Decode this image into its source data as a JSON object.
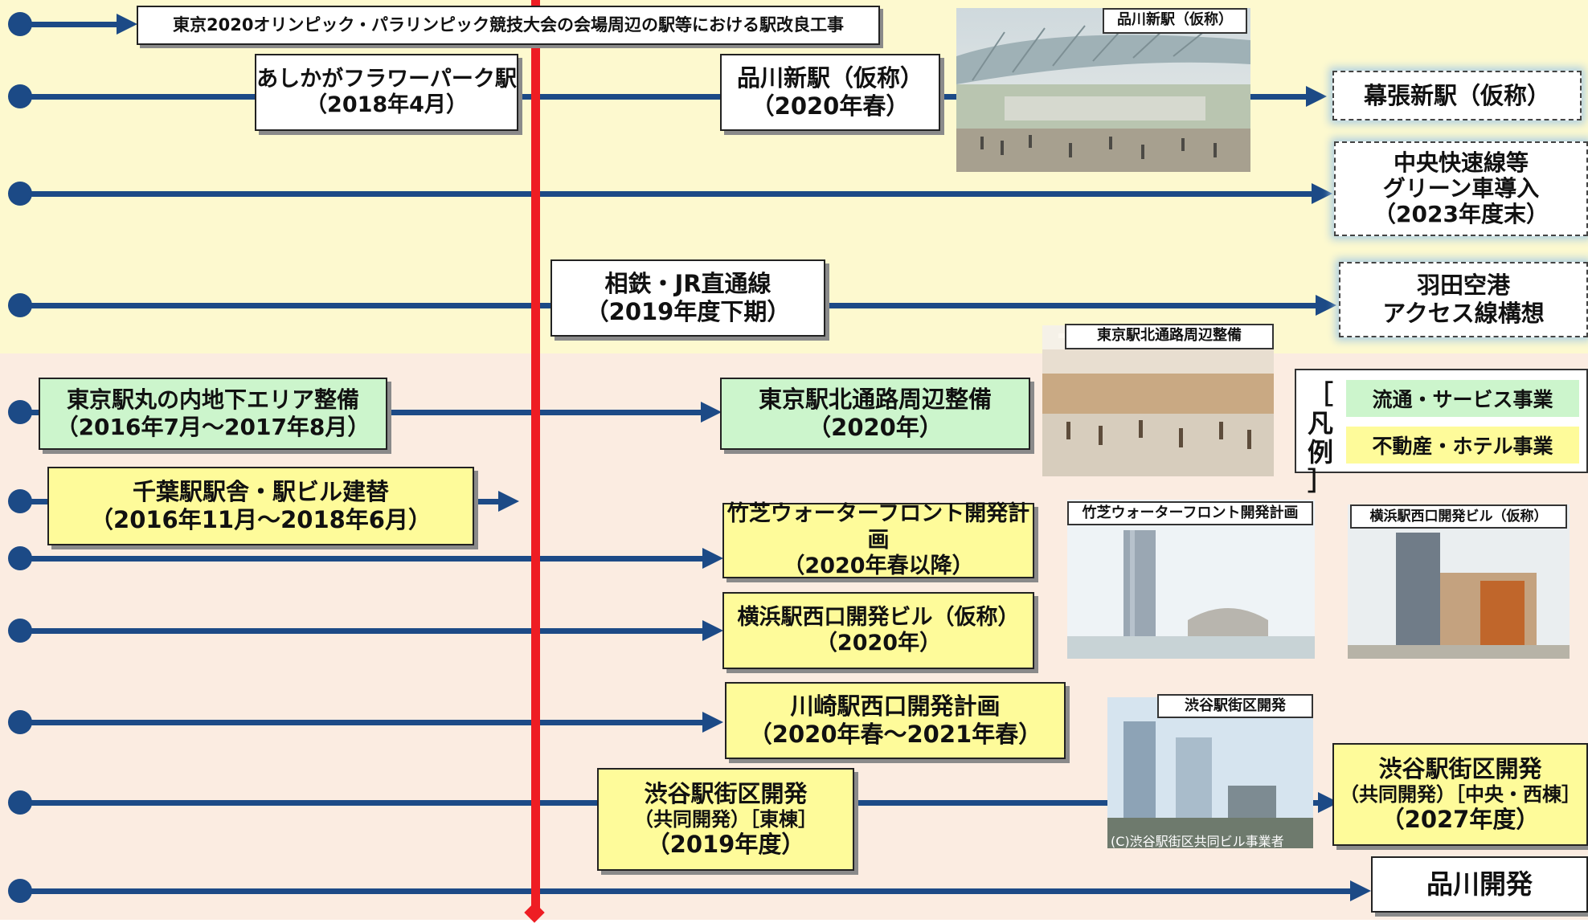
{
  "header": {
    "title": "東京2020オリンピック・パラリンピック競技大会の会場周辺の駅等における駅改良工事"
  },
  "projects": {
    "ashikaga": {
      "name": "あしかがフラワーパーク駅",
      "date": "（2018年4月）"
    },
    "shinagawa_new": {
      "name": "品川新駅（仮称）",
      "date": "（2020年春）"
    },
    "makuhari": {
      "name": "幕張新駅（仮称）"
    },
    "chuo_green": {
      "line1": "中央快速線等",
      "line2": "グリーン車導入",
      "date": "（2023年度末）"
    },
    "sotetsu": {
      "name": "相鉄・JR直通線",
      "date": "（2019年度下期）"
    },
    "haneda": {
      "line1": "羽田空港",
      "line2": "アクセス線構想"
    },
    "marunouchi": {
      "name": "東京駅丸の内地下エリア整備",
      "date": "（2016年7月～2017年8月）"
    },
    "tokyo_north": {
      "name": "東京駅北通路周辺整備",
      "date": "（2020年）"
    },
    "chiba": {
      "name": "千葉駅駅舎・駅ビル建替",
      "date": "（2016年11月～2018年6月）"
    },
    "takeshiba": {
      "name": "竹芝ウォーターフロント開発計画",
      "date": "（2020年春以降）"
    },
    "yokohama": {
      "name": "横浜駅西口開発ビル（仮称）",
      "date": "（2020年）"
    },
    "kawasaki": {
      "name": "川崎駅西口開発計画",
      "date": "（2020年春～2021年春）"
    },
    "shibuya_east": {
      "name": "渋谷駅街区開発",
      "sub": "（共同開発）［東棟］",
      "date": "（2019年度）"
    },
    "shibuya_central": {
      "name": "渋谷駅街区開発",
      "sub": "（共同開発）［中央・西棟］",
      "date": "（2027年度）"
    },
    "shinagawa_dev": {
      "name": "品川開発"
    }
  },
  "photos": {
    "shinagawa": {
      "label": "品川新駅（仮称）"
    },
    "tokyo_north": {
      "label": "東京駅北通路周辺整備"
    },
    "takeshiba": {
      "label": "竹芝ウォーターフロント開発計画"
    },
    "yokohama": {
      "label": "横浜駅西口開発ビル（仮称）"
    },
    "shibuya": {
      "label": "渋谷駅街区開発",
      "credit": "(C)渋谷駅街区共同ビル事業者"
    }
  },
  "legend": {
    "title": "［凡例］",
    "items": [
      {
        "label": "流通・サービス事業",
        "color": "#ccf5cc"
      },
      {
        "label": "不動産・ホテル事業",
        "color": "#fefb9a"
      }
    ]
  },
  "colors": {
    "line": "#1c4a86",
    "today": "#ee1d23",
    "top_band": "#fdf9cf",
    "bottom_band": "#fbece1"
  }
}
